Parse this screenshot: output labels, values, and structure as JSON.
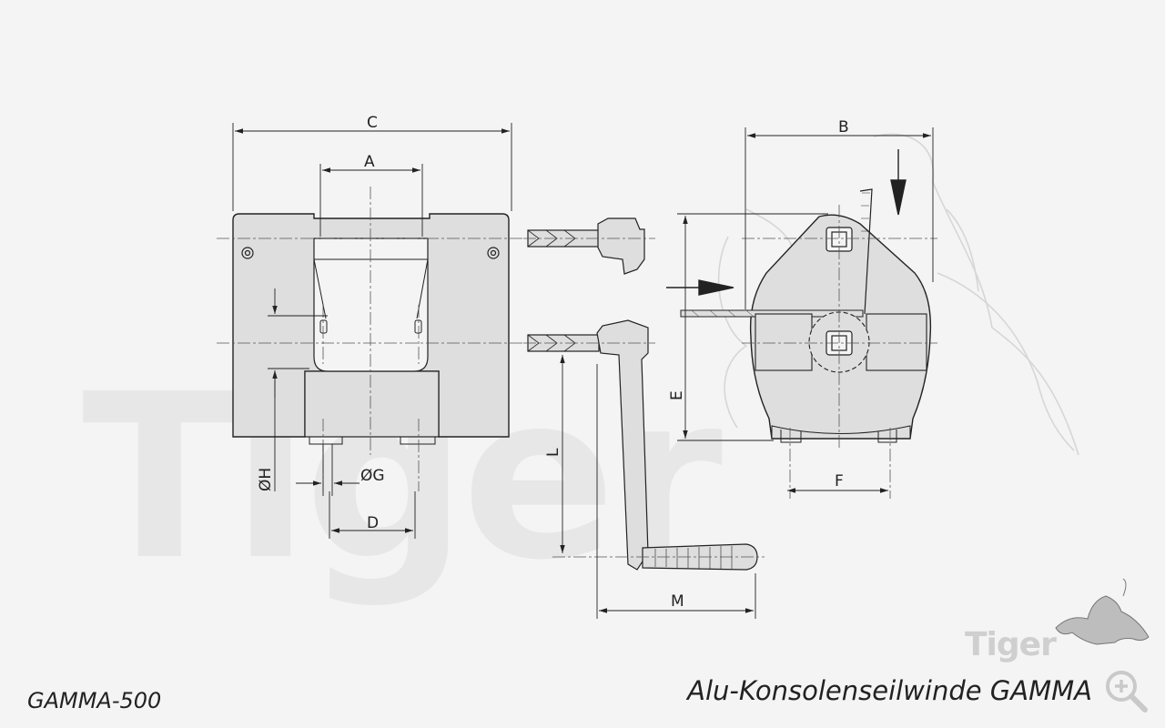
{
  "watermark": {
    "text": "Tiger"
  },
  "logo": {
    "text": "Tiger",
    "icon": "tiger-logo-icon"
  },
  "caption": {
    "model": "GAMMA-500",
    "product": "Alu-Konsolenseilwinde GAMMA"
  },
  "dimensions": {
    "a": "A",
    "b": "B",
    "c": "C",
    "d": "D",
    "e": "E",
    "f": "F",
    "g": "ØG",
    "h": "ØH",
    "l": "L",
    "m": "M"
  },
  "zoom": {
    "icon": "zoom-in-icon"
  },
  "colors": {
    "background": "#f4f4f4",
    "part_fill": "#dedede",
    "line": "#222222",
    "watermark": "#e7e7e7"
  }
}
